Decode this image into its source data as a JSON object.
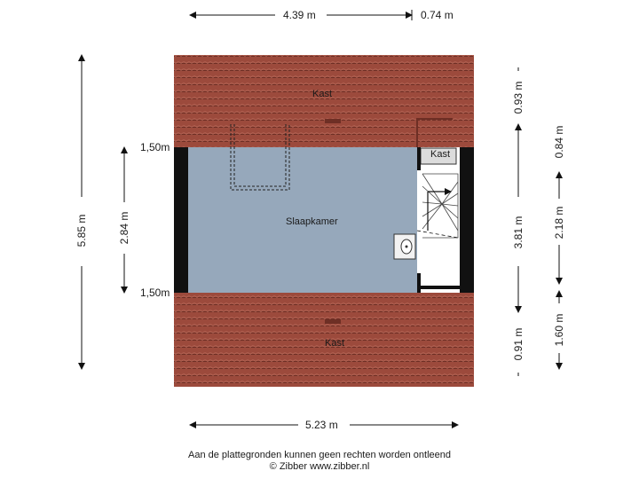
{
  "dimensions": {
    "top_main": "4.39 m",
    "top_right": "0.74 m",
    "bottom_total": "5.23 m",
    "left_total": "5.85 m",
    "left_inner": "2.84 m",
    "height_top": "1,50m",
    "height_bottom": "1,50m",
    "right_outer_top": "0.93 m",
    "right_outer_mid": "3.81 m",
    "right_outer_bottom": "0.91 m",
    "right_inner_top": "0.84 m",
    "right_inner_mid": "2.18 m",
    "right_inner_bottom": "1.60 m"
  },
  "rooms": {
    "kast_top": "Kast",
    "kast_right": "Kast",
    "kast_bottom": "Kast",
    "slaapkamer": "Slaapkamer"
  },
  "footer": {
    "disclaimer": "Aan de plattegronden kunnen geen rechten worden ontleend",
    "copyright": "© Zibber www.zibber.nl"
  },
  "colors": {
    "roof": "#9c4a3c",
    "room": "#96a8bb",
    "wall": "#111111"
  }
}
